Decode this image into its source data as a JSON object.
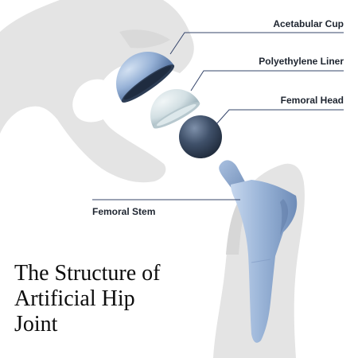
{
  "title": {
    "line1": "The Structure of",
    "line2": "Artificial Hip",
    "line3": "Joint"
  },
  "labels": {
    "acetabular_cup": "Acetabular Cup",
    "polyethylene_liner": "Polyethylene Liner",
    "femoral_head": "Femoral Head",
    "femoral_stem": "Femoral Stem"
  },
  "colors": {
    "bone": "#e4e4e4",
    "implant_blue": "#9bb5d8",
    "liner": "#d6e2e6",
    "head": "#36465c",
    "leader_line": "#34446a",
    "text": "#1e2530"
  }
}
